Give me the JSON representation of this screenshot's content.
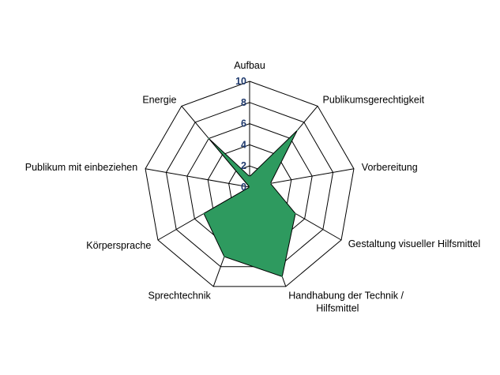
{
  "chart_data": {
    "type": "radar",
    "axes": [
      "Aufbau",
      "Publikumsgerechtigkeit",
      "Vorbereitung",
      "Gestaltung visueller Hilfsmittel",
      "Handhabung der Technik / Hilfsmittel",
      "Sprechtechnik",
      "Körpersprache",
      "Publikum mit einbeziehen",
      "Energie"
    ],
    "values": [
      1,
      7,
      2,
      5,
      9,
      7,
      5,
      0,
      6
    ],
    "rlim": [
      0,
      10
    ],
    "ticks": [
      "0",
      "2",
      "4",
      "6",
      "8",
      "10"
    ],
    "grid": true,
    "colors": {
      "fill": "#2e9a5f",
      "tick_text": "#1f3a6e",
      "grid": "#000000"
    }
  }
}
